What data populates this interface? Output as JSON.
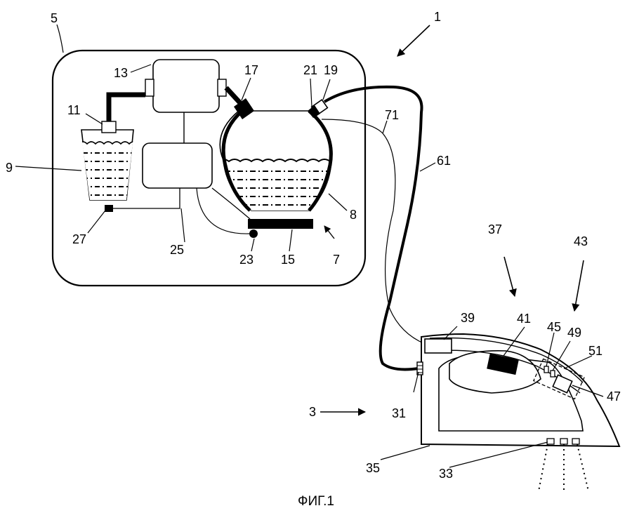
{
  "caption": "ФИГ.1",
  "labels": {
    "n1": "1",
    "n3": "3",
    "n5": "5",
    "n7": "7",
    "n8": "8",
    "n9": "9",
    "n11": "11",
    "n13": "13",
    "n15": "15",
    "n17": "17",
    "n19": "19",
    "n21": "21",
    "n23": "23",
    "n25": "25",
    "n27": "27",
    "n31": "31",
    "n33": "33",
    "n35": "35",
    "n37": "37",
    "n39": "39",
    "n41": "41",
    "n43": "43",
    "n45": "45",
    "n47": "47",
    "n49": "49",
    "n51": "51",
    "n61": "61",
    "n71": "71"
  }
}
